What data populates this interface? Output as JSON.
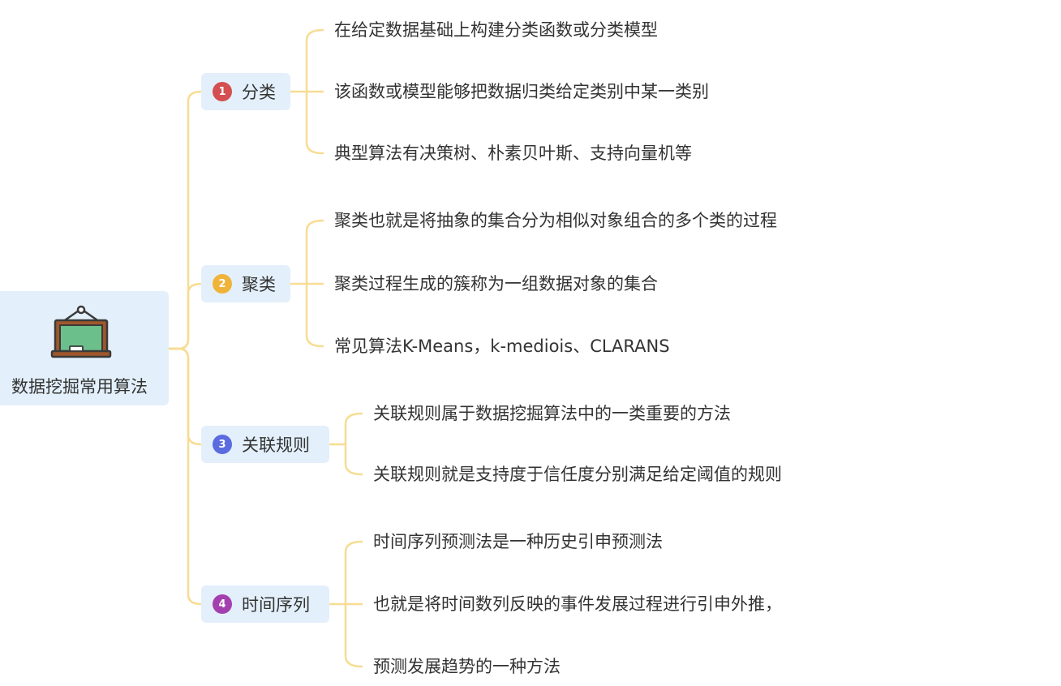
{
  "root": {
    "title": "数据挖掘常用算法",
    "icon": "chalkboard-icon"
  },
  "colors": {
    "connector": "#f7dc92",
    "node_bg": "#e3f0fb",
    "text": "#333333"
  },
  "branches": [
    {
      "number": "1",
      "label": "分类",
      "badge_color": "#d44f4f",
      "leaves": [
        "在给定数据基础上构建分类函数或分类模型",
        "该函数或模型能够把数据归类给定类别中某一类别",
        "典型算法有决策树、朴素贝叶斯、支持向量机等"
      ]
    },
    {
      "number": "2",
      "label": "聚类",
      "badge_color": "#f0b33a",
      "leaves": [
        "聚类也就是将抽象的集合分为相似对象组合的多个类的过程",
        "聚类过程生成的簇称为一组数据对象的集合",
        "常见算法K-Means，k-mediois、CLARANS"
      ]
    },
    {
      "number": "3",
      "label": "关联规则",
      "badge_color": "#5b6be0",
      "leaves": [
        "关联规则属于数据挖掘算法中的一类重要的方法",
        "关联规则就是支持度于信任度分别满足给定阈值的规则"
      ]
    },
    {
      "number": "4",
      "label": "时间序列",
      "badge_color": "#a43fb0",
      "leaves": [
        "时间序列预测法是一种历史引申预测法",
        "也就是将时间数列反映的事件发展过程进行引申外推，",
        "预测发展趋势的一种方法"
      ]
    }
  ]
}
